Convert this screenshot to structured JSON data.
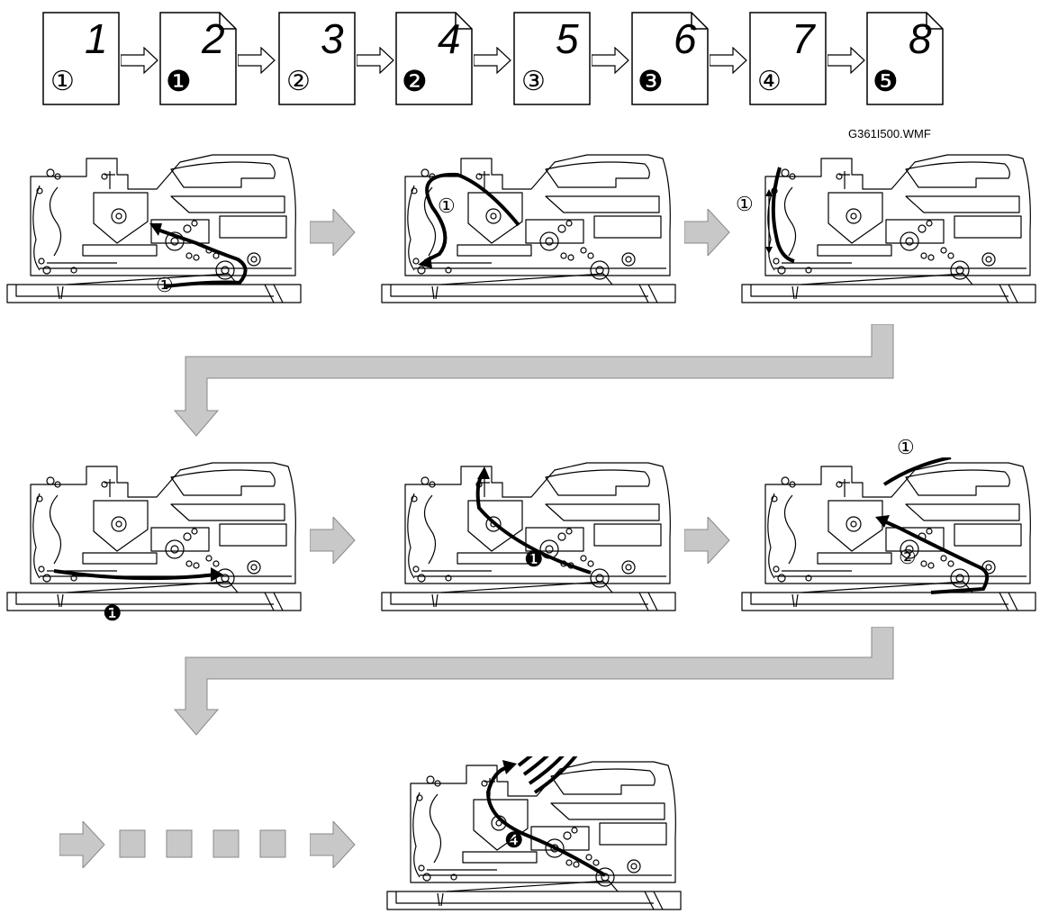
{
  "caption": "G361I500.WMF",
  "pages": [
    {
      "number": "1",
      "side": "①",
      "mark": "outline",
      "dogear": false
    },
    {
      "number": "2",
      "side": "❶",
      "mark": "filled",
      "dogear": true
    },
    {
      "number": "3",
      "side": "②",
      "mark": "outline",
      "dogear": false
    },
    {
      "number": "4",
      "side": "❷",
      "mark": "filled",
      "dogear": true
    },
    {
      "number": "5",
      "side": "③",
      "mark": "outline",
      "dogear": false
    },
    {
      "number": "6",
      "side": "❸",
      "mark": "filled",
      "dogear": true
    },
    {
      "number": "7",
      "side": "④",
      "mark": "outline",
      "dogear": false
    },
    {
      "number": "8",
      "side": "❺",
      "mark": "filled",
      "dogear": true
    }
  ],
  "steps": [
    {
      "callouts": [
        "①"
      ]
    },
    {
      "callouts": [
        "①"
      ]
    },
    {
      "callouts": [
        "①"
      ]
    },
    {
      "callouts": [
        "❶"
      ]
    },
    {
      "callouts": [
        "❶"
      ]
    },
    {
      "callouts": [
        "①",
        "②"
      ]
    },
    {
      "callouts": [
        "❹"
      ]
    }
  ],
  "colors": {
    "arrow_fill": "#c8c8c8",
    "line": "#000000"
  }
}
